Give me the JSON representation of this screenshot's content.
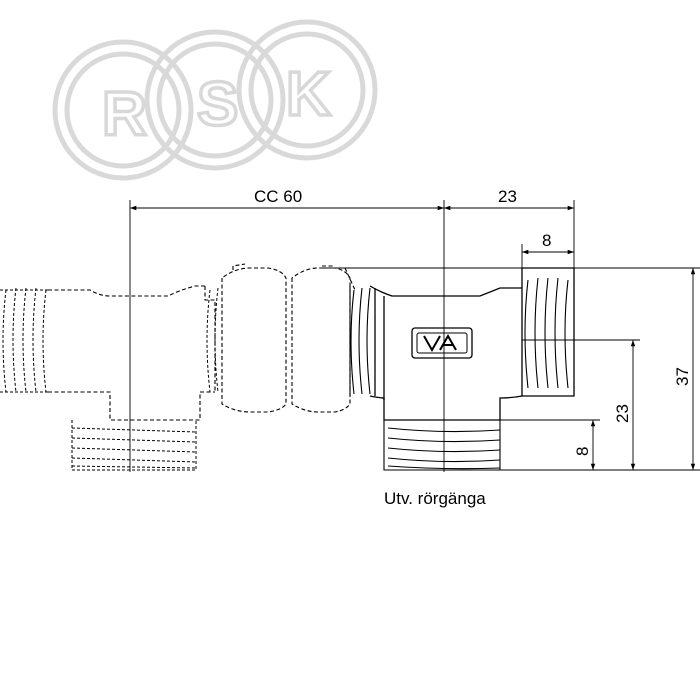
{
  "logo": {
    "letters": [
      "R",
      "S",
      "K"
    ],
    "ring_color": "#d9d9d9"
  },
  "dimensions": {
    "cc": "CC 60",
    "outlet_width": "23",
    "thread_depth_top": "8",
    "height_total": "37",
    "height_outlet": "23",
    "height_thread": "8"
  },
  "caption": "Utv. rörgänga",
  "badge_icon": "va-mark-icon"
}
